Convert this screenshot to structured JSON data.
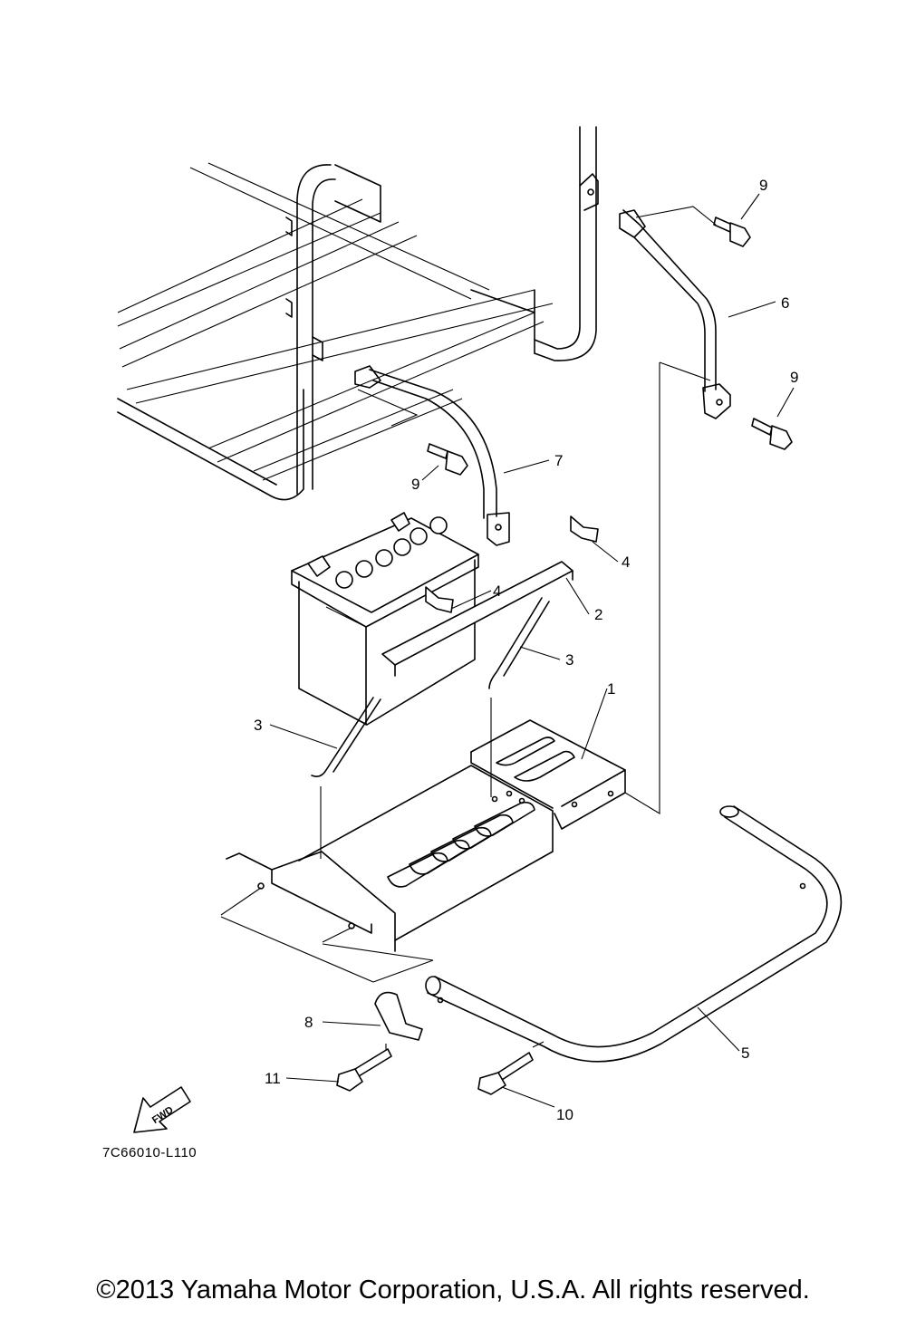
{
  "diagram": {
    "callouts": [
      {
        "id": "p1",
        "label": "1"
      },
      {
        "id": "p2",
        "label": "2"
      },
      {
        "id": "p3a",
        "label": "3"
      },
      {
        "id": "p3b",
        "label": "3"
      },
      {
        "id": "p4a",
        "label": "4"
      },
      {
        "id": "p4b",
        "label": "4"
      },
      {
        "id": "p5",
        "label": "5"
      },
      {
        "id": "p6",
        "label": "6"
      },
      {
        "id": "p7",
        "label": "7"
      },
      {
        "id": "p8",
        "label": "8"
      },
      {
        "id": "p9a",
        "label": "9"
      },
      {
        "id": "p9b",
        "label": "9"
      },
      {
        "id": "p9c",
        "label": "9"
      },
      {
        "id": "p10",
        "label": "10"
      },
      {
        "id": "p11",
        "label": "11"
      }
    ],
    "fwd_label": "FWD",
    "drawing_code": "7C66010-L110"
  },
  "footer": {
    "copyright": "©2013 Yamaha Motor Corporation, U.S.A. All rights reserved."
  },
  "icons": {
    "fwd_arrow": "fwd-arrow-icon"
  }
}
